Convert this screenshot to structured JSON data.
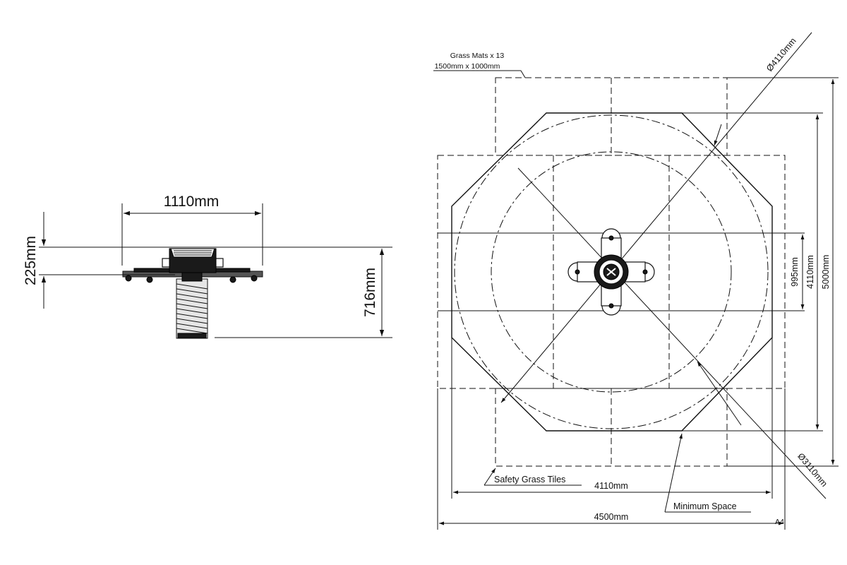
{
  "side_view": {
    "width_label": "1110mm",
    "seat_height_label": "225mm",
    "total_height_label": "716mm"
  },
  "plan_view": {
    "grass_mats_label": "Grass Mats x 13",
    "grass_mats_size_label": "1500mm x 1000mm",
    "outer_diameter_label": "Ø4110mm",
    "inner_diameter_label": "Ø3110mm",
    "dim_995_label": "995mm",
    "dim_4110_vertical_label": "4110mm",
    "dim_5000_label": "5000mm",
    "dim_4110_horizontal_label": "4110mm",
    "dim_4500_label": "4500mm",
    "safety_grass_label": "Safety Grass Tiles",
    "minimum_space_label": "Minimum Space",
    "sheet_size_label": "A4"
  }
}
